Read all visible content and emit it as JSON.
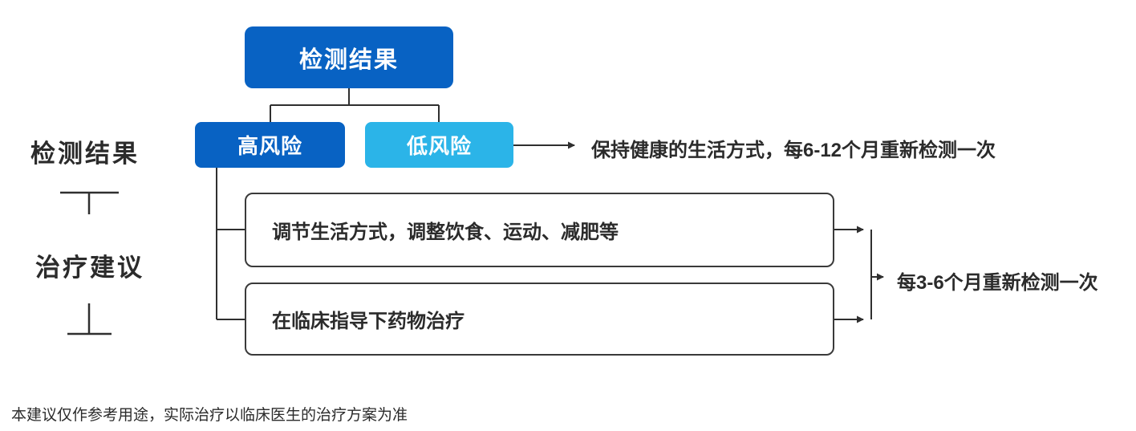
{
  "diagram": {
    "root_box": "检测结果",
    "left_labels": {
      "result": "检测结果",
      "treatment": "治疗建议"
    },
    "branches": {
      "high_risk": "高风险",
      "low_risk": "低风险"
    },
    "low_risk_note": "保持健康的生活方式，每6-12个月重新检测一次",
    "treatments": [
      "调节生活方式，调整饮食、运动、减肥等",
      "在临床指导下药物治疗"
    ],
    "retest_note": "每3-6个月重新检测一次",
    "disclaimer": "本建议仅作参考用途，实际治疗以临床医生的治疗方案为准",
    "colors": {
      "dark_blue": "#0862c3",
      "light_blue": "#2bb4e8",
      "line": "#2f2f2f",
      "text": "#2b2b2b"
    }
  }
}
